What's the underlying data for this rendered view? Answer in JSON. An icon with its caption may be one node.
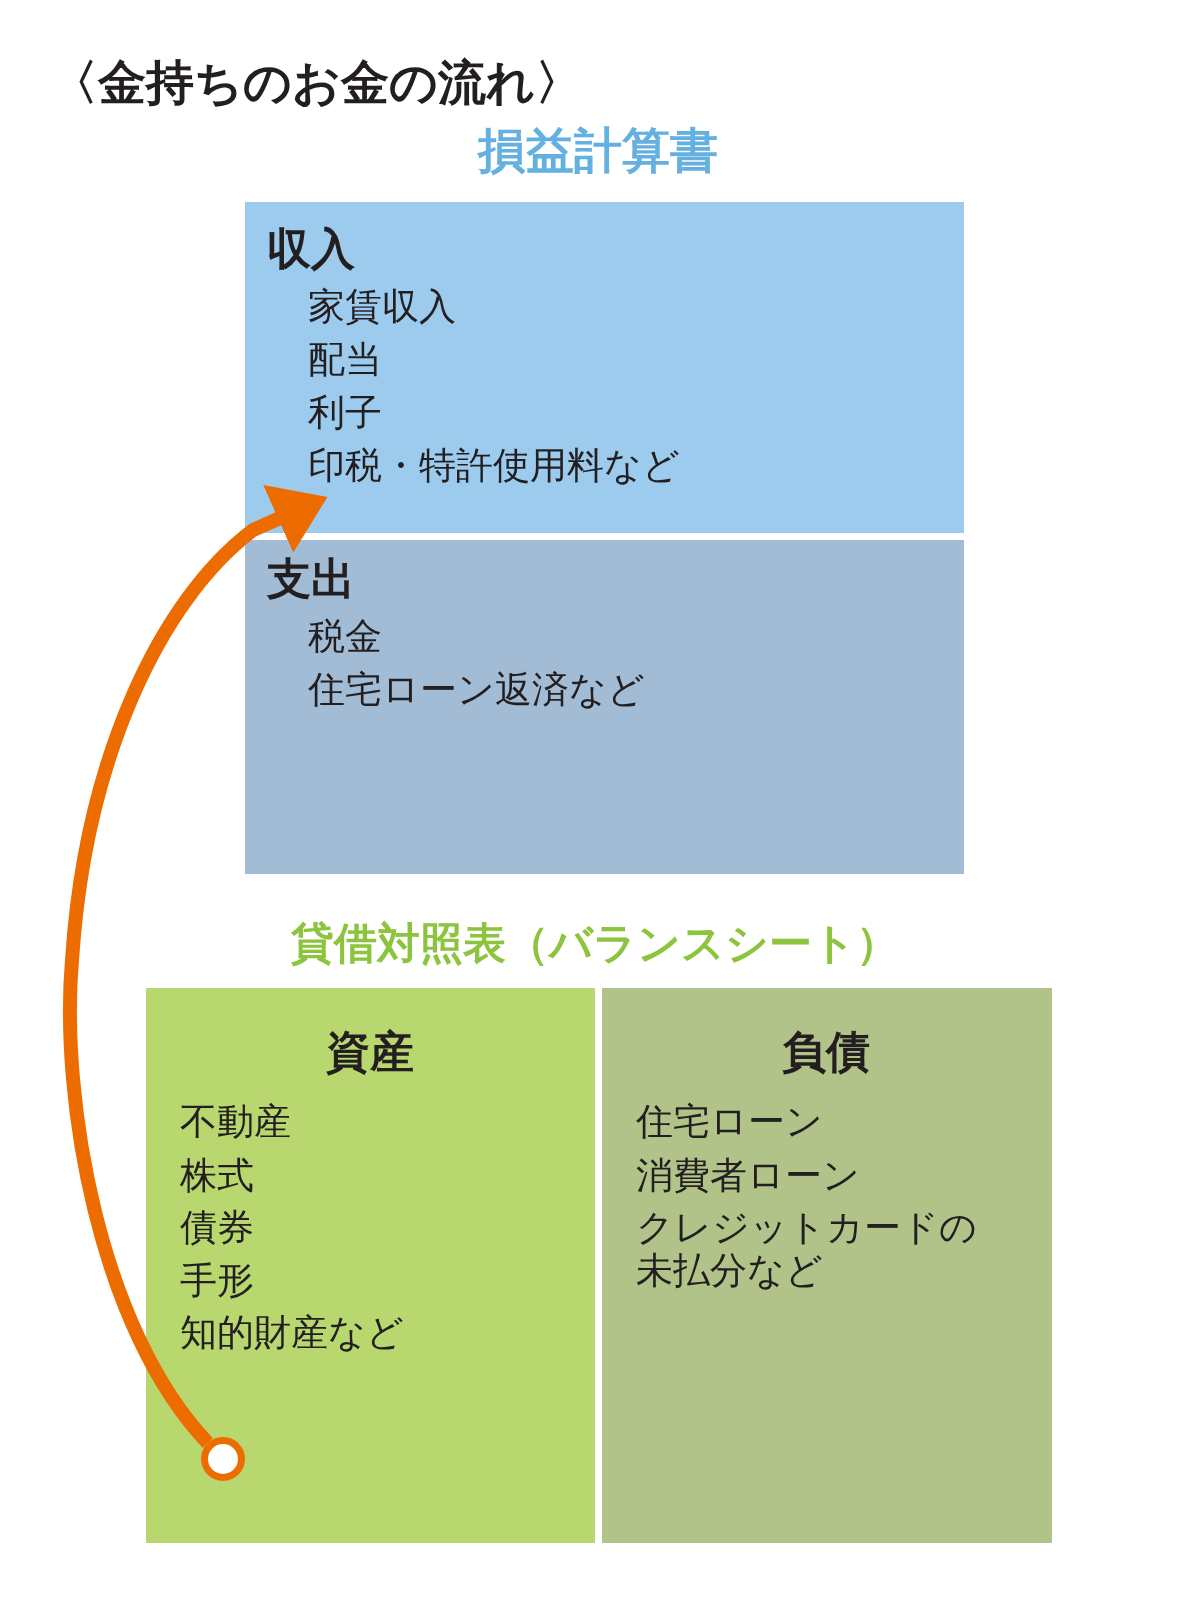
{
  "diagram": {
    "title": "〈金持ちのお金の流れ〉",
    "nodes": [
      {
        "text": [
          "損益計算書"
        ]
      },
      {
        "text": [
          "収入",
          "家賃収入",
          "配当",
          "利子",
          "印税・特許使用料など"
        ],
        "in": 0
      },
      {
        "text": [
          "支出",
          "税金",
          "住宅ローン返済など"
        ],
        "in": 0
      },
      {
        "text": [
          "貸借対照表（バランスシート）"
        ]
      },
      {
        "text": [
          "資産",
          "不動産",
          "株式",
          "債券",
          "手形",
          "知的財産など"
        ],
        "in": 3
      },
      {
        "text": [
          "負債",
          "住宅ローン",
          "消費者ローン",
          "クレジットカードの未払分など"
        ],
        "in": 3
      },
      {
        "text": [],
        "shape": "circle",
        "in": 4
      }
    ],
    "edges": [
      {
        "from": 6,
        "to": 1,
        "arrow": "to"
      }
    ]
  }
}
